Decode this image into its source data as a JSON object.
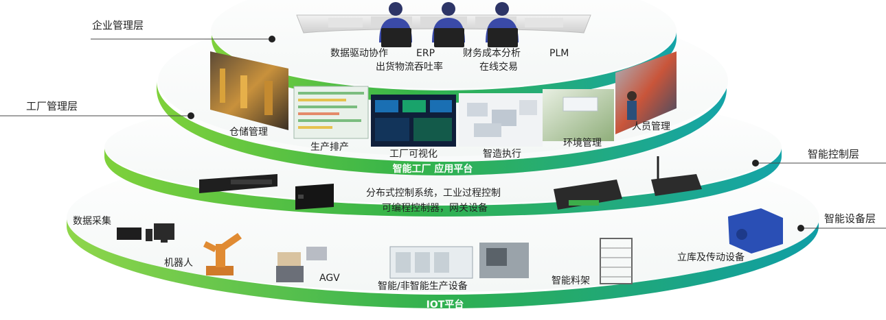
{
  "layers": {
    "enterprise": "企业管理层",
    "factory": "工厂管理层",
    "control": "智能控制层",
    "device": "智能设备层"
  },
  "enterprise_items": [
    "数据驱动协作",
    "ERP",
    "财务成本分析",
    "PLM",
    "出货物流吞吐率",
    "在线交易"
  ],
  "factory_items": [
    "仓储管理",
    "生产排产",
    "工厂可视化",
    "智造执行",
    "环境管理",
    "人员管理"
  ],
  "factory_band": "智能工厂 应用平台",
  "control_text": [
    "分布式控制系统，工业过程控制",
    "可编程控制器，网关设备"
  ],
  "device_items": [
    "数据采集",
    "机器人",
    "AGV",
    "智能/非智能生产设备",
    "智能料架",
    "立库及传动设备"
  ],
  "iot_band": "IOT平台",
  "colors": {
    "green": "#3cb44b",
    "teal": "#1aa7a3"
  }
}
